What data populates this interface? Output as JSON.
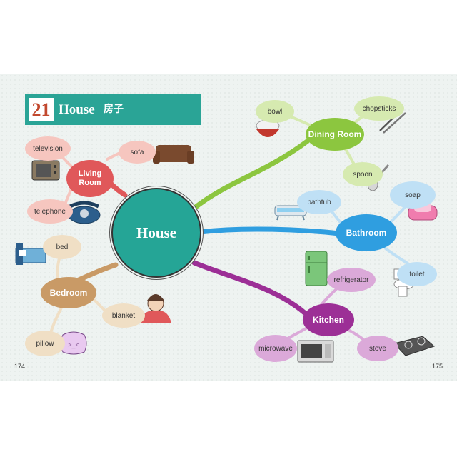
{
  "lesson": {
    "number": "21",
    "title": "House",
    "title_cn": "房子"
  },
  "center": {
    "label": "House"
  },
  "branches": {
    "living_room": {
      "label": "Living\nRoom",
      "items": [
        "television",
        "sofa",
        "telephone"
      ]
    },
    "bedroom": {
      "label": "Bedroom",
      "items": [
        "bed",
        "blanket",
        "pillow"
      ]
    },
    "dining_room": {
      "label": "Dining Room",
      "items": [
        "bowl",
        "chopsticks",
        "spoon"
      ]
    },
    "bathroom": {
      "label": "Bathroom",
      "items": [
        "bathtub",
        "soap",
        "toilet"
      ]
    },
    "kitchen": {
      "label": "Kitchen",
      "items": [
        "refrigerator",
        "microwave",
        "stove"
      ]
    }
  },
  "page_numbers": {
    "left": "174",
    "right": "175"
  },
  "colors": {
    "banner": "#2aa496",
    "center": "#25a596",
    "living_room": "#e0585a",
    "living_room_leaf": "#f6c6bf",
    "bedroom": "#c99a66",
    "bedroom_leaf": "#f0dfc5",
    "dining_room": "#8cc63f",
    "dining_room_leaf": "#d6eab0",
    "bathroom": "#2f9ee0",
    "bathroom_leaf": "#bfe0f5",
    "kitchen": "#9c2f96",
    "kitchen_leaf": "#dba9d9"
  },
  "icons": [
    "television-icon",
    "sofa-icon",
    "telephone-icon",
    "bed-icon",
    "pillow-icon",
    "blanket-girl-icon",
    "rice-bowl-icon",
    "chopsticks-icon",
    "spoon-icon",
    "bathtub-icon",
    "soap-icon",
    "toilet-icon",
    "refrigerator-icon",
    "microwave-icon",
    "stove-icon"
  ]
}
